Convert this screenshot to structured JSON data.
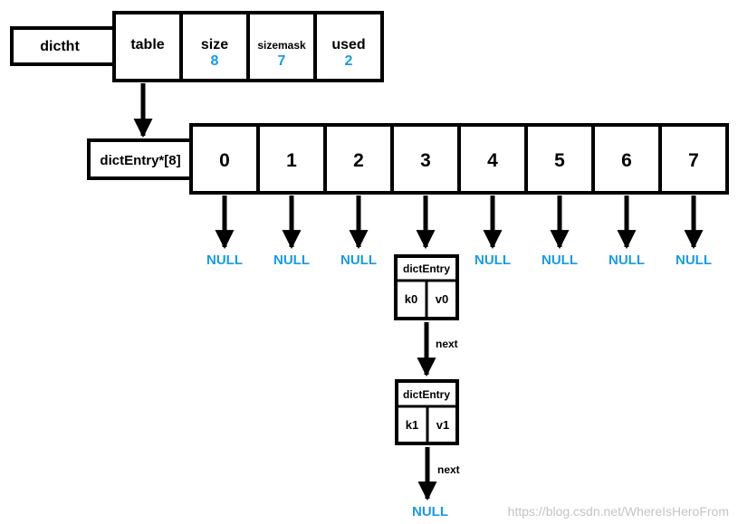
{
  "dictht": {
    "label": "dictht",
    "fields": [
      {
        "label": "table",
        "value": ""
      },
      {
        "label": "size",
        "value": "8"
      },
      {
        "label": "sizemask",
        "value": "7"
      },
      {
        "label": "used",
        "value": "2"
      }
    ]
  },
  "table": {
    "label": "dictEntry*[8]",
    "slots": [
      "0",
      "1",
      "2",
      "3",
      "4",
      "5",
      "6",
      "7"
    ],
    "null_label": "NULL"
  },
  "entries": [
    {
      "title": "dictEntry",
      "key": "k0",
      "val": "v0",
      "next_label": "next"
    },
    {
      "title": "dictEntry",
      "key": "k1",
      "val": "v1",
      "next_label": "next"
    }
  ],
  "final_null": "NULL",
  "watermark": "https://blog.csdn.net/WhereIsHeroFrom",
  "colors": {
    "line": "#000000",
    "value": "#1a9be0",
    "watermark": "#c4c4c4"
  }
}
